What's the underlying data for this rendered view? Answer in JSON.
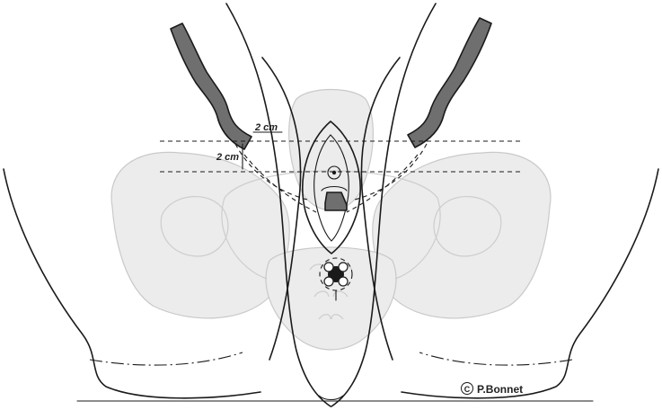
{
  "annotations": {
    "horizontal_offset": "2 cm",
    "vertical_offset": "2 cm"
  },
  "credit": {
    "symbol": "C",
    "author": "P.Bonnet"
  },
  "colors": {
    "ink": "#1a1a1a",
    "graft_fill": "#6f6f6f",
    "bone_fill": "#ececec"
  }
}
